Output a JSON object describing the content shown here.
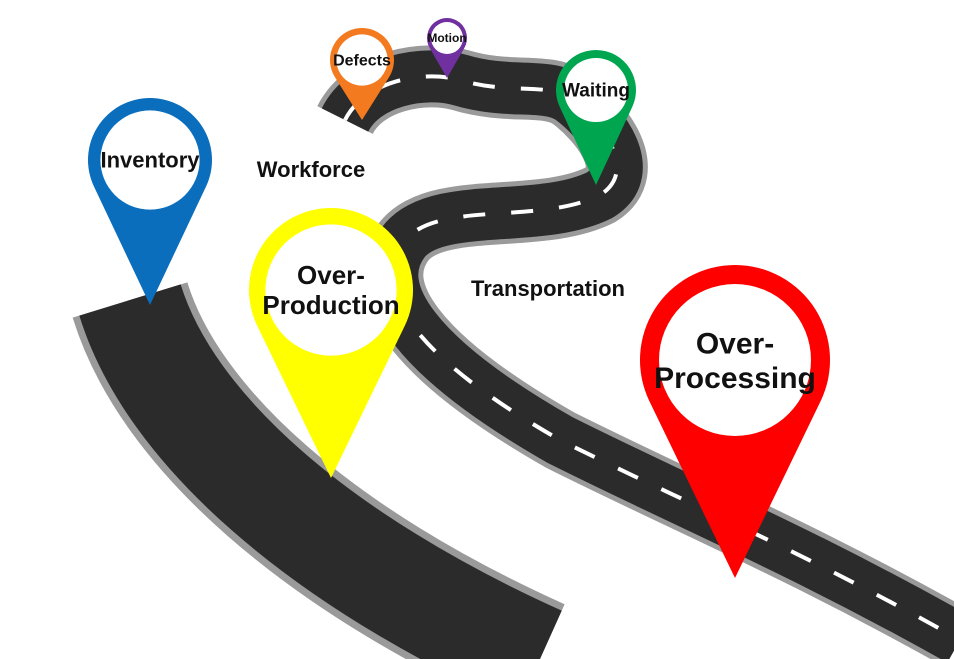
{
  "pins": [
    {
      "id": "inventory",
      "lines": [
        "Inventory"
      ],
      "color": "#0a6ebd"
    },
    {
      "id": "defects",
      "lines": [
        "Defects"
      ],
      "color": "#f47a20"
    },
    {
      "id": "motion",
      "lines": [
        "Motion"
      ],
      "color": "#7030a0"
    },
    {
      "id": "waiting",
      "lines": [
        "Waiting"
      ],
      "color": "#00a64f"
    },
    {
      "id": "overproduction",
      "lines": [
        "Over-",
        "Production"
      ],
      "color": "#ffff00"
    },
    {
      "id": "overprocessing",
      "lines": [
        "Over-",
        "Processing"
      ],
      "color": "#ff0000"
    }
  ],
  "labels": {
    "workforce": "Workforce",
    "transportation": "Transportation"
  },
  "road": {
    "asphalt_color": "#2b2b2b",
    "edge_color": "#9a9a9a",
    "dash_color": "#ffffff"
  }
}
